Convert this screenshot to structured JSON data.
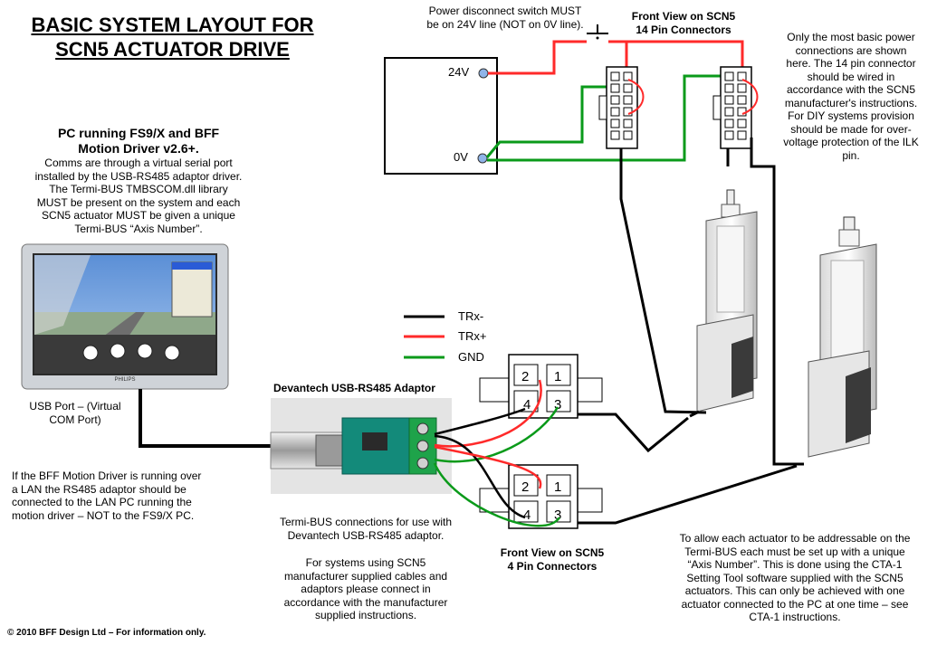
{
  "title": {
    "line1": "BASIC SYSTEM LAYOUT FOR",
    "line2": "SCN5 ACTUATOR DRIVE"
  },
  "power": {
    "switch_note_line1": "Power disconnect switch MUST",
    "switch_note_line2": "be on 24V line (NOT on 0V line).",
    "label_24v": "24V",
    "label_0v": "0V"
  },
  "connectors14": {
    "title_line1": "Front View on SCN5",
    "title_line2": "14 Pin Connectors"
  },
  "power_note": [
    "Only the most basic power",
    "connections are shown",
    "here. The 14 pin connector",
    "should be wired in",
    "accordance with the SCN5",
    "manufacturer's instructions.",
    "For DIY systems provision",
    "should be made for over-",
    "voltage protection of the ILK",
    "pin."
  ],
  "pc": {
    "title_line1": "PC running FS9/X and BFF",
    "title_line2": "Motion Driver v2.6+.",
    "description": [
      "Comms are through a virtual serial port",
      "installed by the USB-RS485 adaptor driver.",
      "The Termi-BUS TMBSCOM.dll library",
      "MUST be present on the system and each",
      "SCN5 actuator MUST be given a unique",
      "Termi-BUS “Axis Number”."
    ],
    "monitor_brand": "PHILIPS"
  },
  "legend": [
    {
      "label": "TRx-",
      "color": "#000000"
    },
    {
      "label": "TRx+",
      "color": "#ff2a2a"
    },
    {
      "label": "GND",
      "color": "#0a9a1a"
    }
  ],
  "usb_port": {
    "line1": "USB Port – (Virtual",
    "line2": "COM Port)"
  },
  "adaptor": {
    "title": "Devantech USB-RS485 Adaptor"
  },
  "lan_note": [
    "If the BFF Motion Driver is running over",
    "a LAN the RS485 adaptor should be",
    "connected to the LAN PC running the",
    "motion driver – NOT to the FS9/X PC."
  ],
  "termibus_note": [
    "Termi-BUS connections for use with",
    "Devantech USB-RS485 adaptor."
  ],
  "scn5_cables_note": [
    "For systems using SCN5",
    "manufacturer supplied cables and",
    "adaptors please connect in",
    "accordance with the manufacturer",
    "supplied instructions."
  ],
  "connectors4": {
    "title_line1": "Front View on SCN5",
    "title_line2": "4 Pin Connectors",
    "pins": [
      "2",
      "1",
      "4",
      "3"
    ]
  },
  "axis_note": [
    "To allow each actuator to be addressable on the",
    "Termi-BUS each must be set up with a unique",
    "“Axis Number”. This is done using the CTA-1",
    "Setting Tool software supplied with the SCN5",
    "actuators. This can only be achieved with one",
    "actuator connected to the PC at one time – see",
    "CTA-1 instructions."
  ],
  "copyright": "© 2010 BFF Design Ltd – For information only.",
  "colors": {
    "trx_minus": "#000000",
    "trx_plus": "#ff2a2a",
    "gnd": "#0a9a1a",
    "terminal_blue": "#8fb4e8"
  }
}
